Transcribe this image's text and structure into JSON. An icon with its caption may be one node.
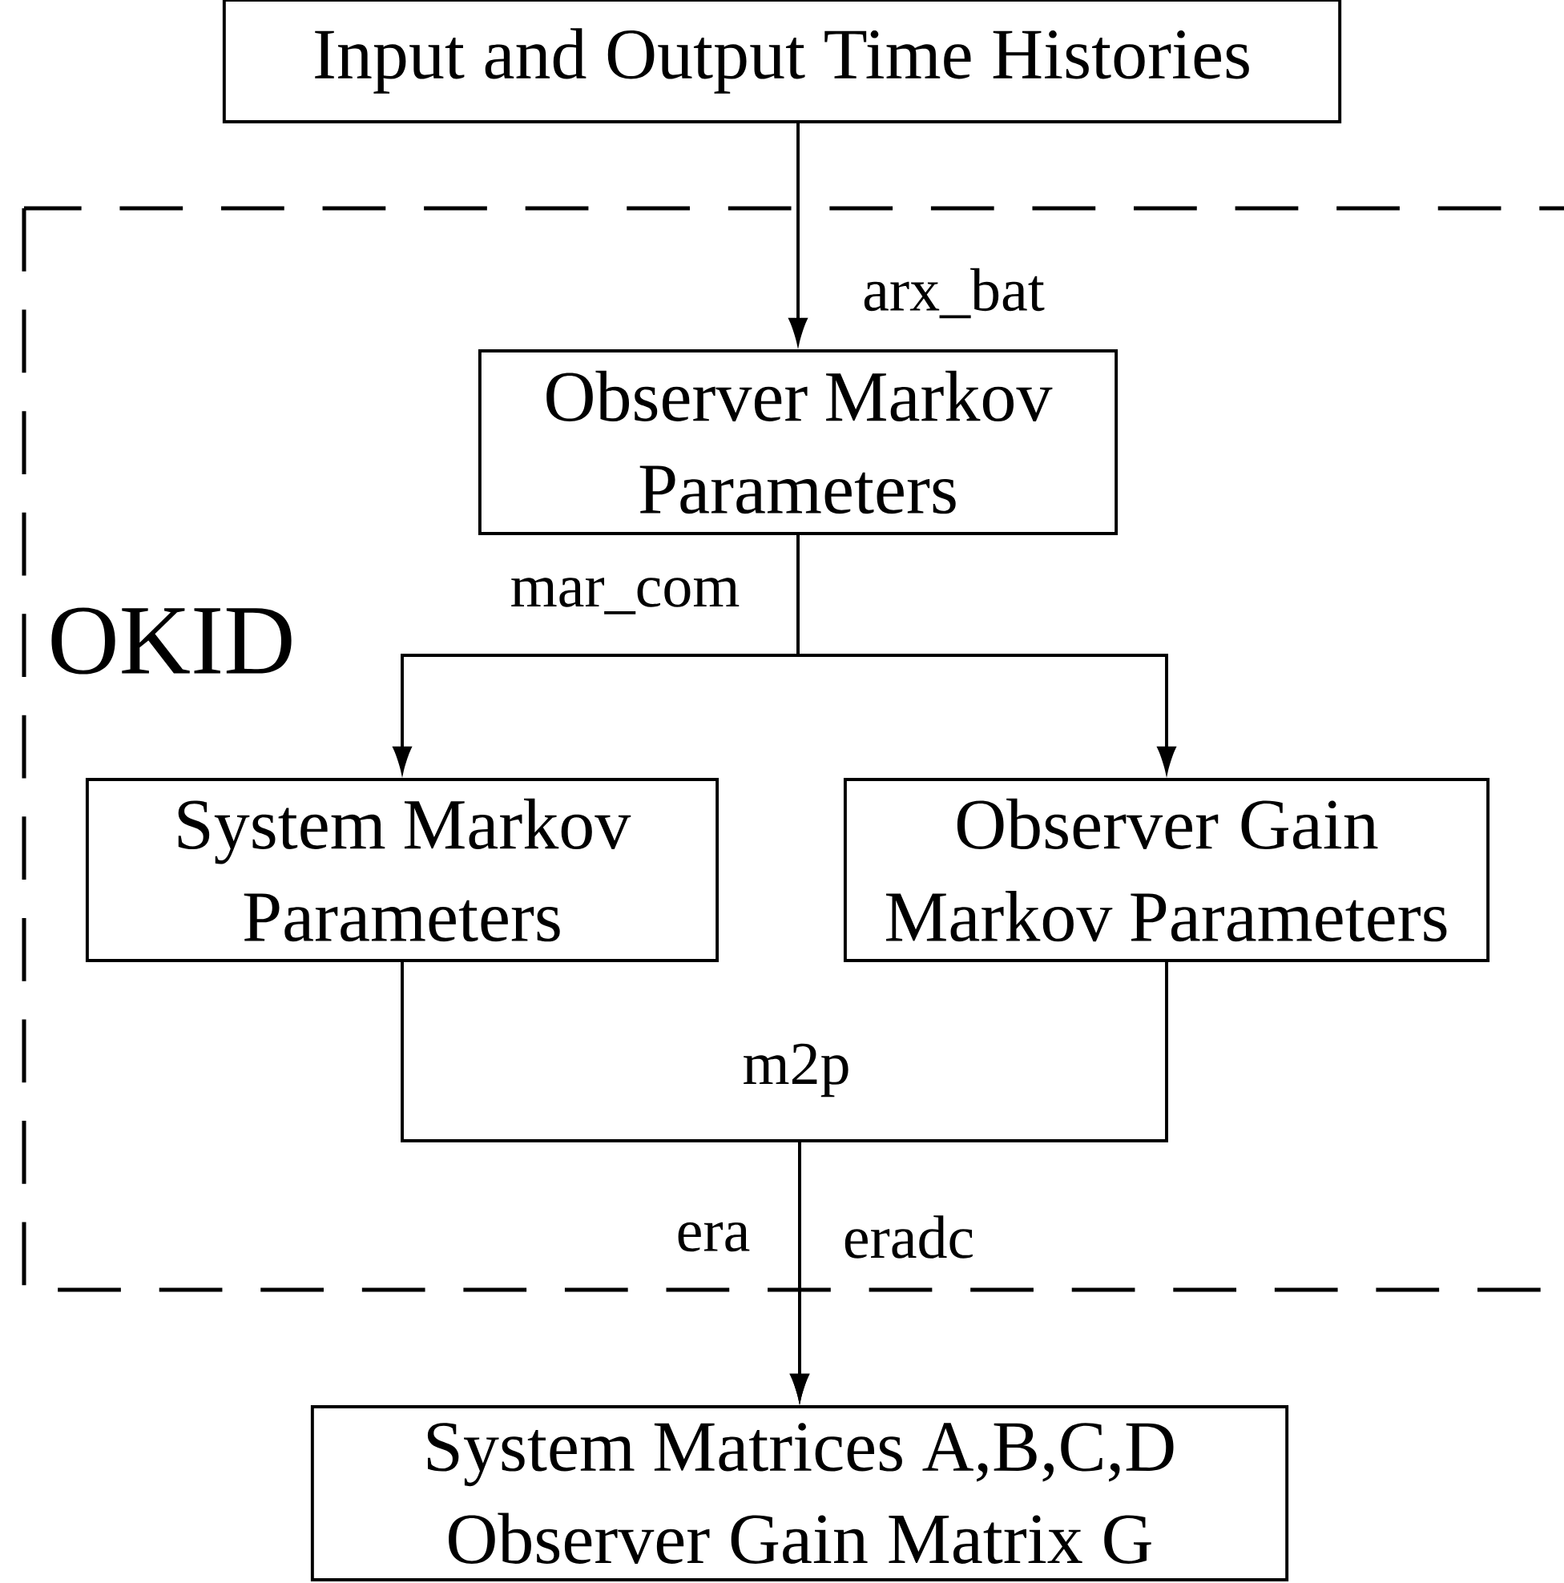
{
  "diagram": {
    "nodes": [
      {
        "text": [
          "Input and Output Time Histories"
        ]
      },
      {
        "text": [
          "OKID"
        ]
      },
      {
        "text": [
          "Observer Markov Parameters"
        ],
        "in": 1
      },
      {
        "text": [
          "System Markov Parameters"
        ],
        "in": 1
      },
      {
        "text": [
          "Observer Gain Markov Parameters"
        ],
        "in": 1
      },
      {
        "text": [
          "System Matrices A,B,C,D Observer Gain Matrix G"
        ]
      }
    ],
    "edges": [
      {
        "from": 0,
        "to": 2,
        "arrow": "to",
        "label": "arx_bat"
      },
      {
        "from": 2,
        "to": 3,
        "arrow": "to",
        "label": "mar_com"
      },
      {
        "from": 2,
        "to": 4,
        "arrow": "to"
      },
      {
        "from": 3,
        "to": 5,
        "arrow": "to",
        "label": "m2p"
      },
      {
        "from": 4,
        "to": 5,
        "arrow": "to"
      }
    ],
    "labels": [
      "era",
      "eradc"
    ]
  }
}
